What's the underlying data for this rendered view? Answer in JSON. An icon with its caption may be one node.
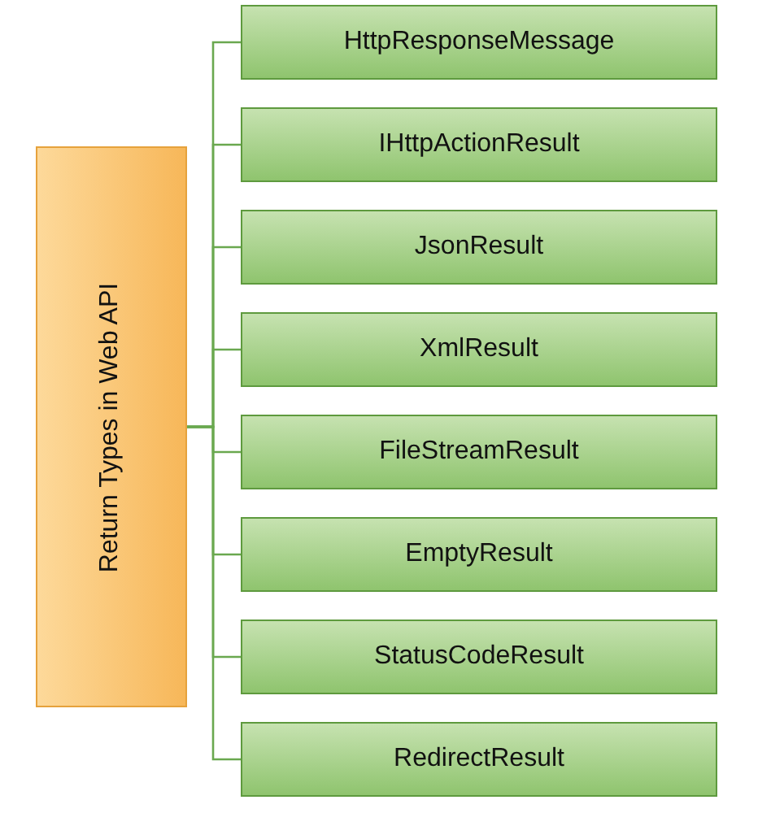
{
  "diagram": {
    "nodes": [
      {
        "text": [
          "Return Types in Web API"
        ]
      },
      {
        "text": [
          "HttpResponseMessage"
        ]
      },
      {
        "text": [
          "IHttpActionResult"
        ]
      },
      {
        "text": [
          "JsonResult"
        ]
      },
      {
        "text": [
          "XmlResult"
        ]
      },
      {
        "text": [
          "FileStreamResult"
        ]
      },
      {
        "text": [
          "EmptyResult"
        ]
      },
      {
        "text": [
          "StatusCodeResult"
        ]
      },
      {
        "text": [
          "RedirectResult"
        ]
      }
    ],
    "edges": [
      {
        "from": 0,
        "to": 1,
        "arrow": "none"
      },
      {
        "from": 0,
        "to": 2,
        "arrow": "none"
      },
      {
        "from": 0,
        "to": 3,
        "arrow": "none"
      },
      {
        "from": 0,
        "to": 4,
        "arrow": "none"
      },
      {
        "from": 0,
        "to": 5,
        "arrow": "none"
      },
      {
        "from": 0,
        "to": 6,
        "arrow": "none"
      },
      {
        "from": 0,
        "to": 7,
        "arrow": "none"
      },
      {
        "from": 0,
        "to": 8,
        "arrow": "none"
      }
    ]
  }
}
